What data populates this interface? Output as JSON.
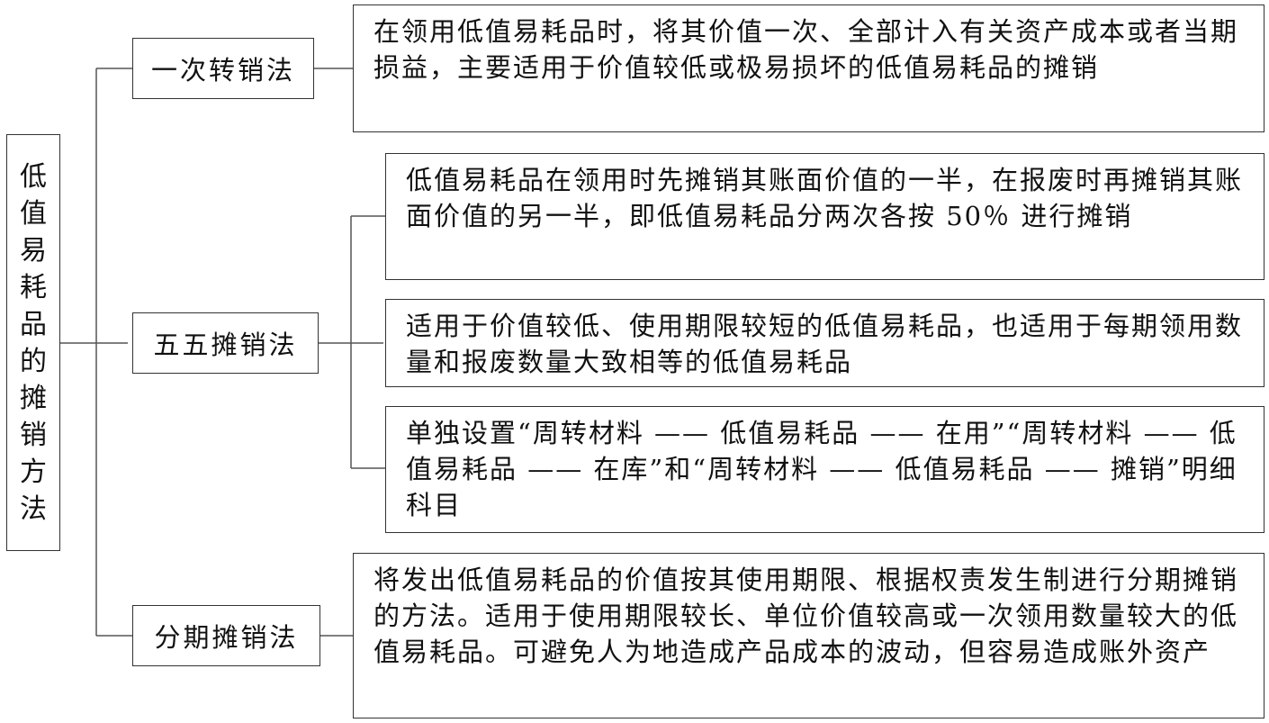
{
  "root": {
    "title": "低值易耗品的摊销方法",
    "chars": [
      "低",
      "值",
      "易",
      "耗",
      "品",
      "的",
      "摊",
      "销",
      "方",
      "法"
    ]
  },
  "methods": [
    {
      "label": "一次转销法",
      "details": [
        "在领用低值易耗品时，将其价值一次、全部计入有关资产成本或者当期损益，主要适用于价值较低或极易损坏的低值易耗品的摊销"
      ]
    },
    {
      "label": "五五摊销法",
      "details": [
        "低值易耗品在领用时先摊销其账面价值的一半，在报废时再摊销其账面价值的另一半，即低值易耗品分两次各按 50％ 进行摊销",
        "适用于价值较低、使用期限较短的低值易耗品，也适用于每期领用数量和报废数量大致相等的低值易耗品",
        "单独设置“周转材料 —— 低值易耗品 —— 在用”“周转材料 —— 低值易耗品 —— 在库”和“周转材料 —— 低值易耗品 —— 摊销”明细科目"
      ]
    },
    {
      "label": "分期摊销法",
      "details": [
        "将发出低值易耗品的价值按其使用期限、根据权责发生制进行分期摊销的方法。适用于使用期限较长、单位价值较高或一次领用数量较大的低值易耗品。可避免人为地造成产品成本的波动，但容易造成账外资产"
      ]
    }
  ]
}
